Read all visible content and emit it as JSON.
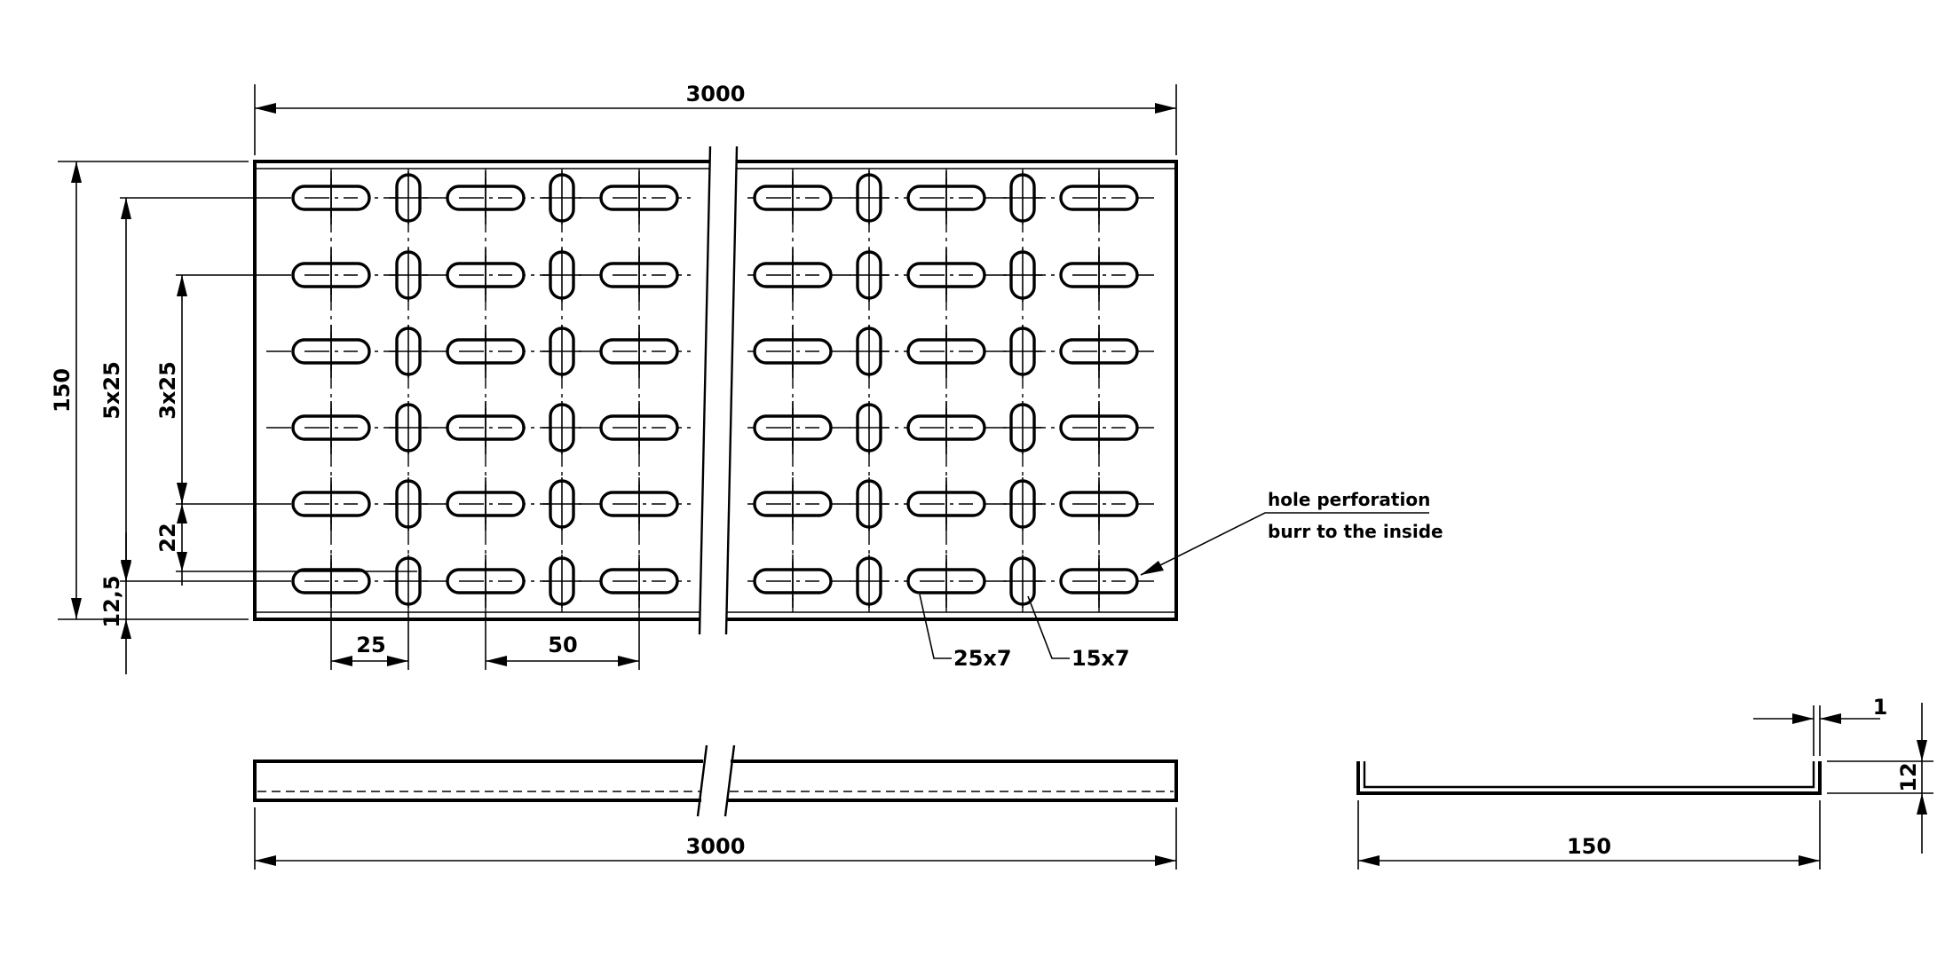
{
  "top_view": {
    "length_dim": "3000",
    "width_dim": "150",
    "dim_5x25": "5x25",
    "dim_3x25": "3x25",
    "dim_22": "22",
    "dim_12_5": "12,5",
    "dim_25": "25",
    "dim_50": "50"
  },
  "callouts": {
    "note_line1": "hole perforation",
    "note_line2": "burr to the inside",
    "slot_long": "25x7",
    "slot_short": "15x7"
  },
  "side_view": {
    "length_dim": "3000"
  },
  "section_view": {
    "width_dim": "150",
    "height_dim": "12",
    "thickness_dim": "1"
  }
}
